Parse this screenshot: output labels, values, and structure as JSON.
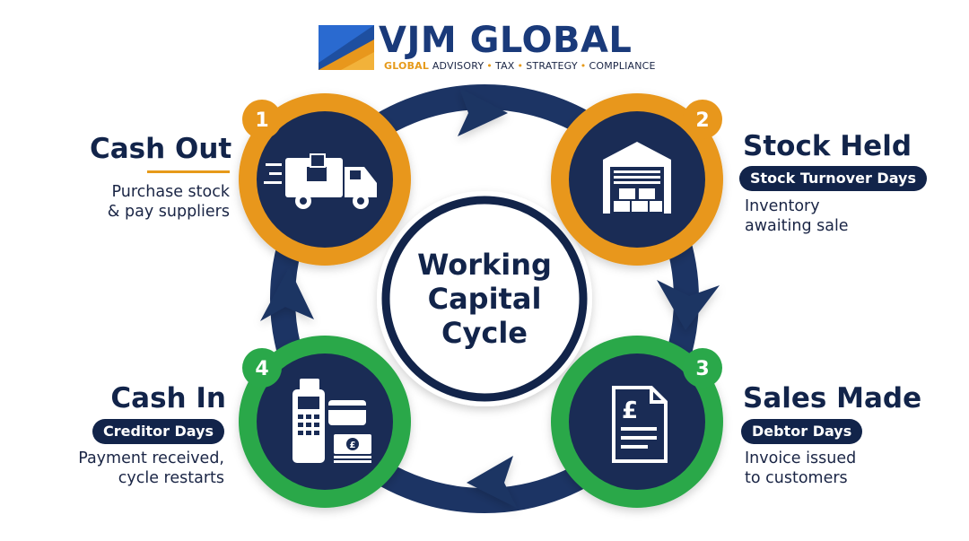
{
  "brand": {
    "name": "VJM GLOBAL",
    "tagline_lead": "GLOBAL",
    "tagline_items": [
      "ADVISORY",
      "TAX",
      "STRATEGY",
      "COMPLIANCE"
    ],
    "colors": {
      "navy": "#12244a",
      "orange": "#e69a1a",
      "blue": "#1a3a7a"
    }
  },
  "center": {
    "lines": [
      "Working",
      "Capital",
      "Cycle"
    ]
  },
  "steps": [
    {
      "number": "1",
      "title": "Cash Out",
      "pill": "",
      "description": [
        "Purchase stock",
        "& pay suppliers"
      ],
      "icon": "delivery-truck-icon",
      "ring_color": "#e8971c"
    },
    {
      "number": "2",
      "title": "Stock Held",
      "pill": "Stock Turnover Days",
      "description": [
        "Inventory",
        "awaiting sale"
      ],
      "icon": "warehouse-icon",
      "ring_color": "#e8971c"
    },
    {
      "number": "3",
      "title": "Sales Made",
      "pill": "Debtor Days",
      "description": [
        "Invoice issued",
        "to customers"
      ],
      "icon": "invoice-icon",
      "ring_color": "#2aa84a"
    },
    {
      "number": "4",
      "title": "Cash In",
      "pill": "Creditor Days",
      "description": [
        "Payment received,",
        "cycle restarts"
      ],
      "icon": "card-terminal-icon",
      "ring_color": "#2aa84a"
    }
  ]
}
